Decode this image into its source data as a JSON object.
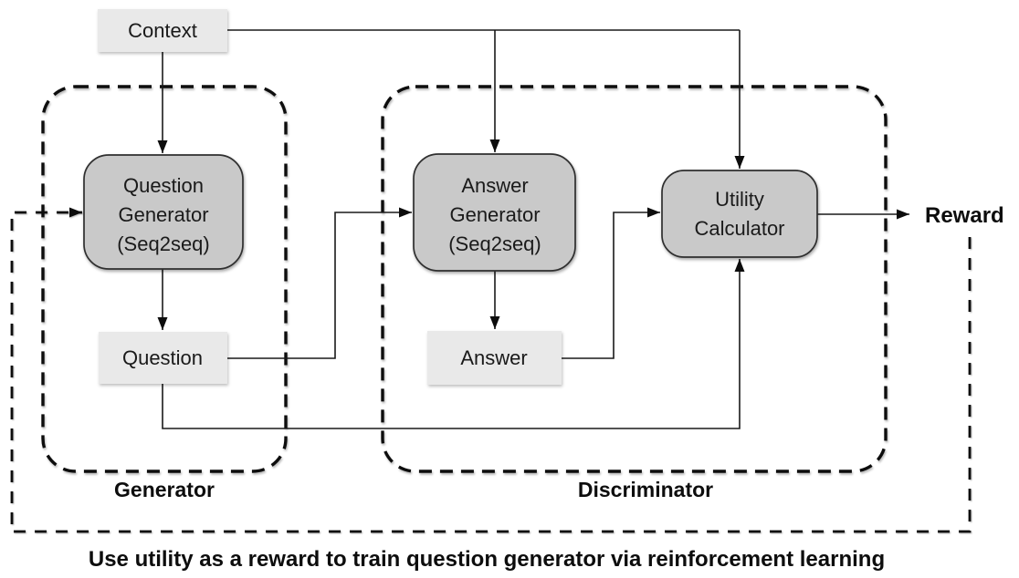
{
  "diagram": {
    "caption": "Use utility as a reward to train question generator via reinforcement learning",
    "colors": {
      "node_fill_dark": "#c9c9c9",
      "node_fill_light": "#e9e9e9",
      "line": "#1a1a1a",
      "dashed_line": "#0d0d0d",
      "background": "#ffffff"
    },
    "nodes": {
      "context": {
        "label": "Context"
      },
      "question_generator": {
        "line1": "Question",
        "line2": "Generator",
        "line3": "(Seq2seq)"
      },
      "question": {
        "label": "Question"
      },
      "answer_generator": {
        "line1": "Answer",
        "line2": "Generator",
        "line3": "(Seq2seq)"
      },
      "answer": {
        "label": "Answer"
      },
      "utility_calculator": {
        "line1": "Utility",
        "line2": "Calculator"
      },
      "reward": {
        "label": "Reward"
      }
    },
    "groups": {
      "generator": {
        "label": "Generator"
      },
      "discriminator": {
        "label": "Discriminator"
      }
    }
  }
}
